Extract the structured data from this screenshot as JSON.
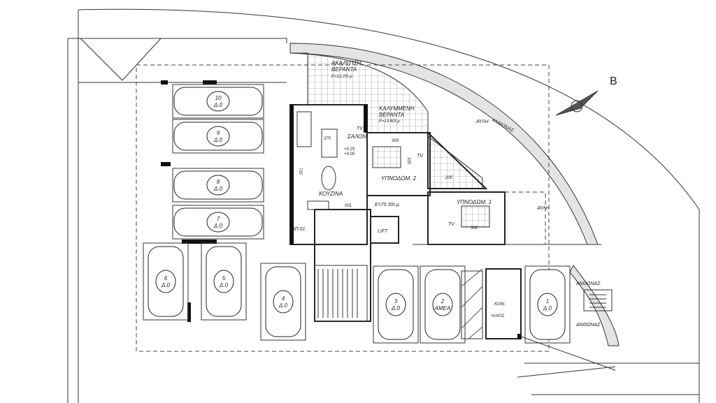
{
  "plan": {
    "north_label": "B",
    "rooms": {
      "open_veranda": {
        "name": "ΑΚΑΛΥΠΤΗ",
        "name2": "ΒΕΡΑΝΤΑ",
        "area": "Ε=12.25τ.μ."
      },
      "covered_veranda": {
        "name": "ΚΑΛΥΜΜΕΝΗ",
        "name2": "ΒΕΡΑΝΤΑ",
        "area": "Ε=13.60τ.μ."
      },
      "living": "ΣΑΛΟΝΙ",
      "kitchen": "ΚΟΥΖΙΝΑ",
      "bedroom2": "ΥΠΝΟΔΩΜ. 2",
      "bedroom1": "ΥΠΝΟΔΩΜ. 1",
      "apartment": "ΑΠ.01",
      "apartment_area": "Ε=75.30τ.μ.",
      "lift": "LIFT",
      "yard1": "ΑΥΛΗ",
      "yard2": "ΑΥΛΗ",
      "garden1": "ΑΝΘΩΝΑΣ",
      "garden2": "ΑΝΘΩΝΑΣ",
      "garden3": "ΑΝΘΩΝΑΣ",
      "common": "ΚΟΙΝ.",
      "solar": "ΗΛΙΟΣ"
    },
    "dimensions": {
      "living_w": "375",
      "living_h": "710",
      "bed2_w": "300",
      "bed2_h": "335",
      "bath_w": "205",
      "bed1_w": "300",
      "door": "001"
    },
    "levels": {
      "a": "+0.25",
      "b": "+0.05"
    },
    "tv": "TV",
    "parking": [
      {
        "num": "1",
        "sub": "Δ.0"
      },
      {
        "num": "2",
        "sub": "ΑΜΕΑ"
      },
      {
        "num": "3",
        "sub": "Δ.0"
      },
      {
        "num": "4",
        "sub": "Δ.0"
      },
      {
        "num": "5",
        "sub": "Δ.0"
      },
      {
        "num": "6",
        "sub": "Δ.0"
      },
      {
        "num": "7",
        "sub": "Δ.0"
      },
      {
        "num": "8",
        "sub": "Δ.0"
      },
      {
        "num": "9",
        "sub": "Δ.0"
      },
      {
        "num": "10",
        "sub": "Δ.0"
      }
    ]
  }
}
